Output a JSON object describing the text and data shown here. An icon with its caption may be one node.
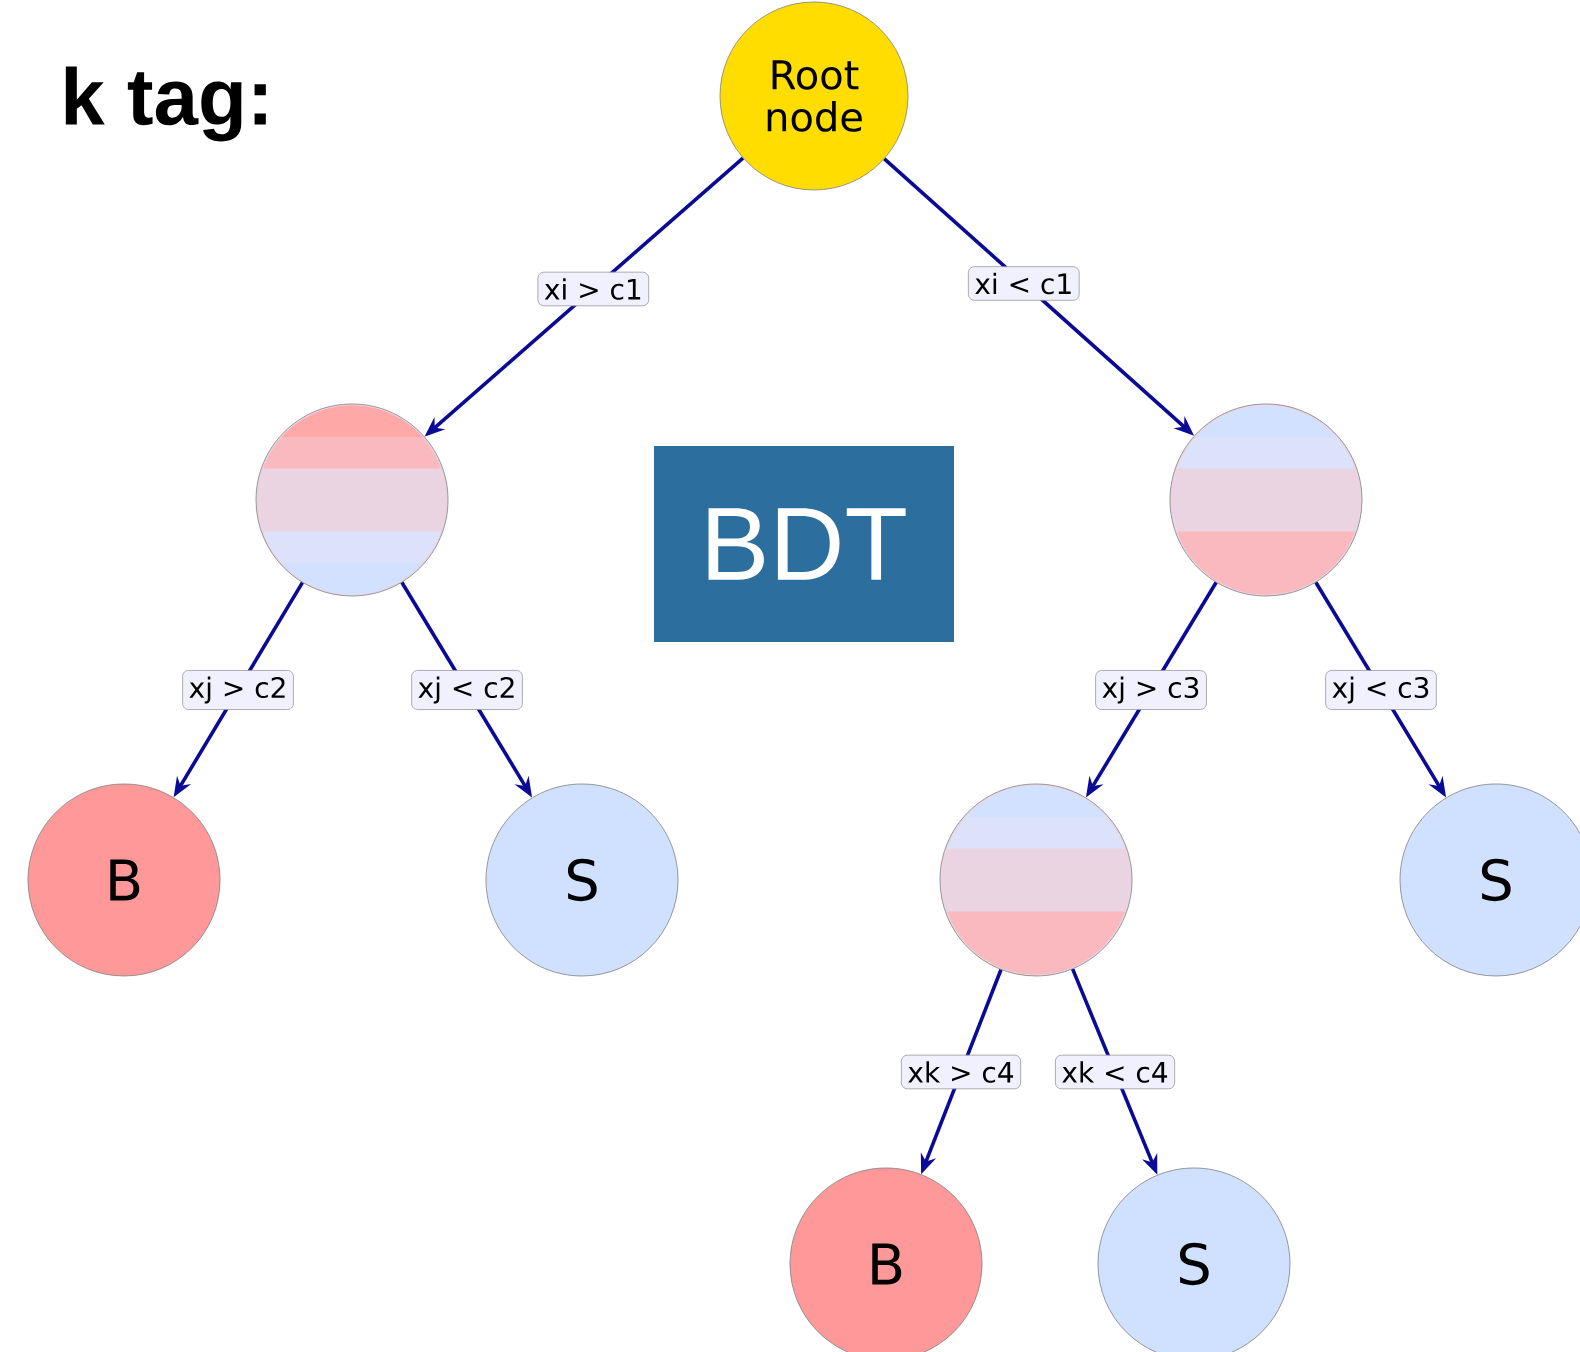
{
  "diagram": {
    "nodes": [
      {
        "text": [
          "Root node"
        ]
      },
      {
        "text": [],
        "shape": "circle"
      },
      {
        "text": [],
        "shape": "circle"
      },
      {
        "text": [
          "B"
        ]
      },
      {
        "text": [
          "S"
        ]
      },
      {
        "text": [],
        "shape": "circle"
      },
      {
        "text": [
          "S"
        ]
      },
      {
        "text": [
          "B"
        ]
      },
      {
        "text": [
          "S"
        ]
      },
      {
        "text": [
          "BDT"
        ]
      }
    ],
    "edges": [
      {
        "from": 0,
        "to": 1,
        "arrow": "to",
        "label": "xi > c1"
      },
      {
        "from": 0,
        "to": 2,
        "arrow": "to",
        "label": "xi < c1"
      },
      {
        "from": 1,
        "to": 3,
        "arrow": "to",
        "label": "xj > c2"
      },
      {
        "from": 1,
        "to": 4,
        "arrow": "to",
        "label": "xj < c2"
      },
      {
        "from": 2,
        "to": 5,
        "arrow": "to",
        "label": "xj > c3"
      },
      {
        "from": 2,
        "to": 6,
        "arrow": "to",
        "label": "xj < c3"
      },
      {
        "from": 5,
        "to": 7,
        "arrow": "to",
        "label": "xk > c4"
      },
      {
        "from": 5,
        "to": 8,
        "arrow": "to",
        "label": "xk < c4"
      }
    ],
    "labels": [
      "k tag:"
    ]
  }
}
